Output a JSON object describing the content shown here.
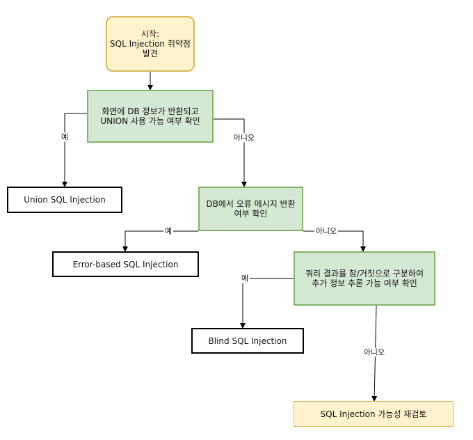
{
  "nodes": {
    "start": "시작:\nSQL Injection 취약점\n발견",
    "decision1": "화면에 DB 정보가 반환되고\nUNION 사용 가능 여부 확인",
    "union": "Union SQL Injection",
    "decision2": "DB에서 오류 메시지 반환\n여부 확인",
    "error": "Error-based SQL Injection",
    "decision3": "쿼리 결과를 참/거짓으로 구분하여\n추가 정보 추론 가능 여부 확인",
    "blind": "Blind SQL Injection",
    "final": "SQL Injection 가능성 재검토"
  },
  "edges": {
    "d1_yes": "예",
    "d1_no": "아니오",
    "d2_yes": "예",
    "d2_no": "아니오",
    "d3_yes": "예",
    "d3_no": "아니오"
  },
  "colors": {
    "start_fill": "#fff2cc",
    "start_stroke": "#d6b656",
    "decision_fill": "#d5e8d4",
    "decision_stroke": "#82b366",
    "result_stroke": "#000000"
  }
}
